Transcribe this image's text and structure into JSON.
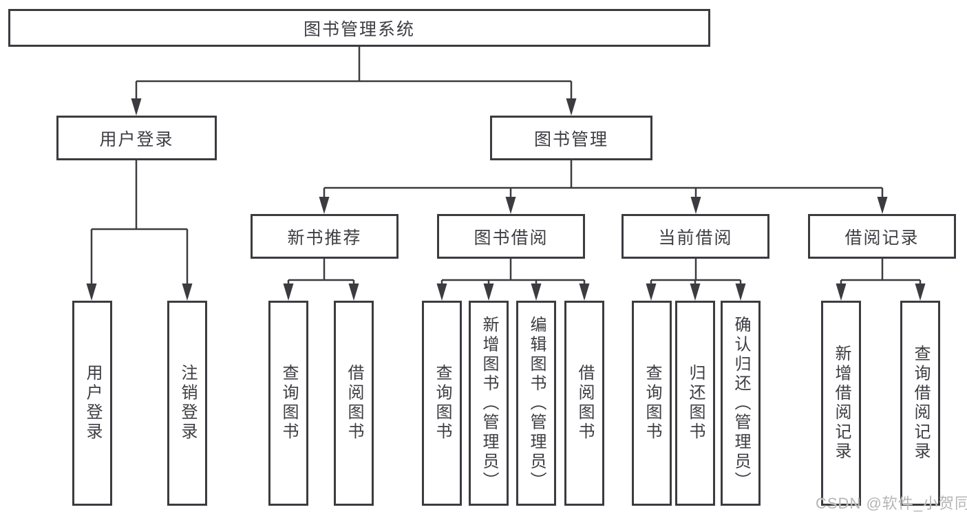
{
  "nodes": {
    "root": {
      "label": "图书管理系统"
    },
    "user_login": {
      "label": "用户登录",
      "children": [
        "用户登录",
        "注销登录"
      ]
    },
    "book_management": {
      "label": "图书管理"
    },
    "new_book": {
      "label": "新书推荐",
      "children": [
        "查询图书",
        "借阅图书"
      ]
    },
    "book_borrow": {
      "label": "图书借阅",
      "children": [
        "查询图书",
        "新增图书（管理员）",
        "编辑图书（管理员）",
        "借阅图书"
      ]
    },
    "current_borrow": {
      "label": "当前借阅",
      "children": [
        "查询图书",
        "归还图书",
        "确认归还（管理员）"
      ]
    },
    "borrow_records": {
      "label": "借阅记录",
      "children": [
        "新增借阅记录",
        "查询借阅记录"
      ]
    }
  },
  "watermark": {
    "text": "CSDN @软件_小贺同学"
  },
  "colors": {
    "line": "#3b3b40",
    "border": "#3b3b40",
    "text": "#3d3d42",
    "background": "#ffffff",
    "watermark": "#b5b5b5"
  }
}
